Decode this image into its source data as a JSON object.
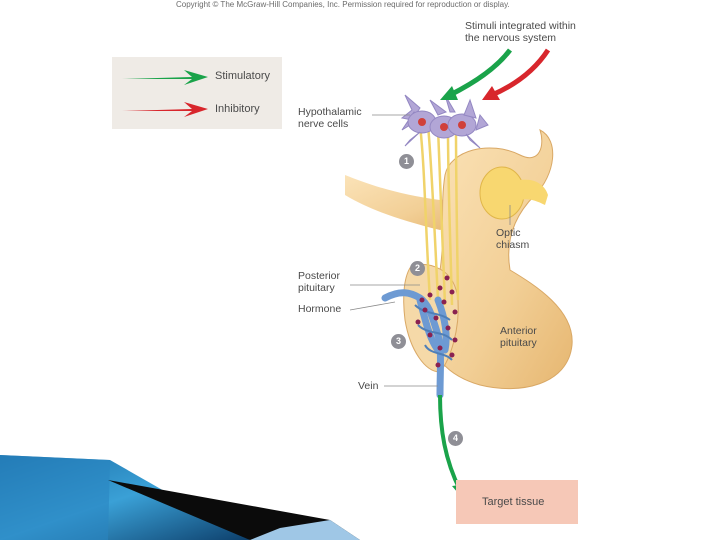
{
  "copyright": "Copyright © The McGraw-Hill Companies, Inc. Permission required for reproduction or display.",
  "legend": {
    "stimulatory": "Stimulatory",
    "inhibitory": "Inhibitory"
  },
  "labels": {
    "stimuli_line1": "Stimuli integrated within",
    "stimuli_line2": "the nervous system",
    "hypothalamic_line1": "Hypothalamic",
    "hypothalamic_line2": "nerve cells",
    "optic_line1": "Optic",
    "optic_line2": "chiasm",
    "posterior_line1": "Posterior",
    "posterior_line2": "pituitary",
    "hormone": "Hormone",
    "anterior_line1": "Anterior",
    "anterior_line2": "pituitary",
    "vein": "Vein",
    "target": "Target tissue"
  },
  "steps": [
    "1",
    "2",
    "3",
    "4"
  ],
  "colors": {
    "stimulatory": "#1aa34a",
    "inhibitory": "#d8262c",
    "gland": "#f2cf96",
    "neuron": "#b2a6d6",
    "vessel": "#6d9ad3",
    "hormone": "#8a2150",
    "axon": "#f0d36a",
    "target": "#f6c8b7"
  }
}
